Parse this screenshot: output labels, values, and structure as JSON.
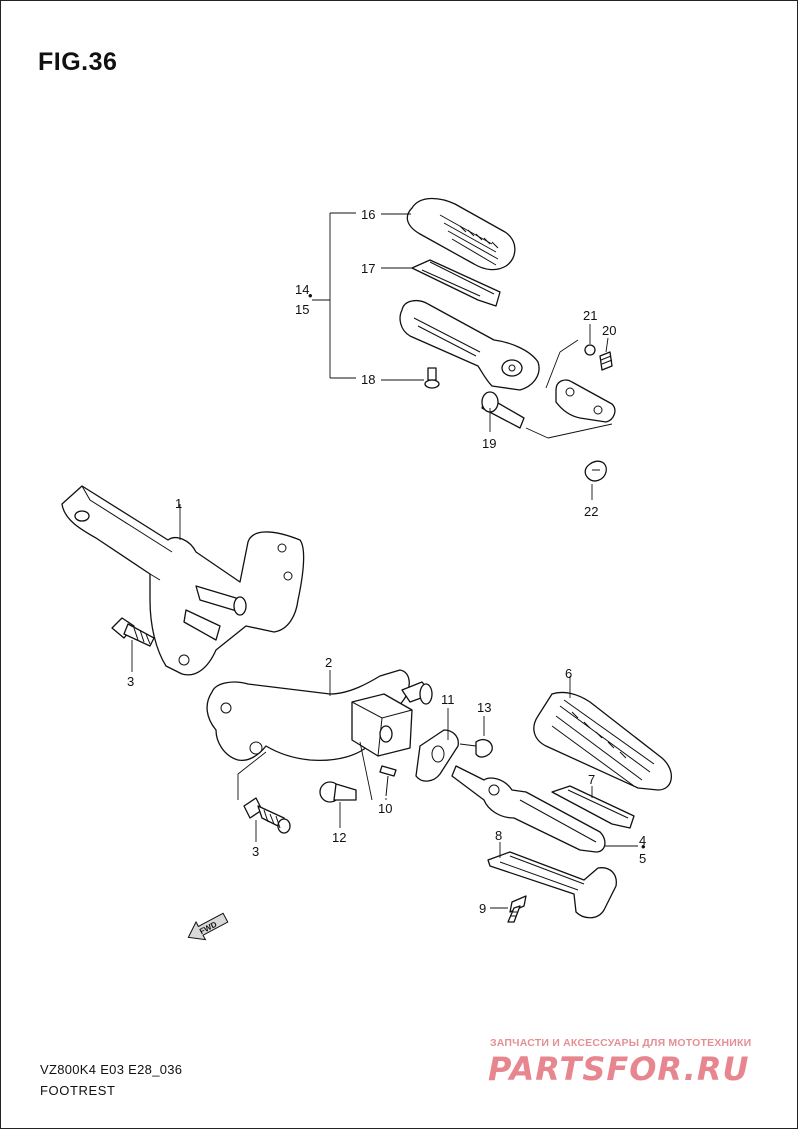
{
  "figure": {
    "title": "FIG.36"
  },
  "callouts": {
    "c1": "1",
    "c2": "2",
    "c3a": "3",
    "c3b": "3",
    "c4": "4",
    "c5": "5",
    "c6": "6",
    "c7": "7",
    "c8": "8",
    "c9": "9",
    "c10": "10",
    "c11": "11",
    "c12": "12",
    "c13": "13",
    "c14": "14",
    "c15": "15",
    "c16": "16",
    "c17": "17",
    "c18": "18",
    "c19": "19",
    "c20": "20",
    "c21": "21",
    "c22": "22"
  },
  "fwd_arrow": {
    "label": "FWD"
  },
  "footer": {
    "model_code": "VZ800K4 E03 E28_036",
    "section_name": "FOOTREST"
  },
  "watermark": {
    "tagline": "ЗАПЧАСТИ И АКСЕССУАРЫ ДЛЯ МОТОТЕХНИКИ",
    "logo": "PARTSFOR.RU"
  }
}
